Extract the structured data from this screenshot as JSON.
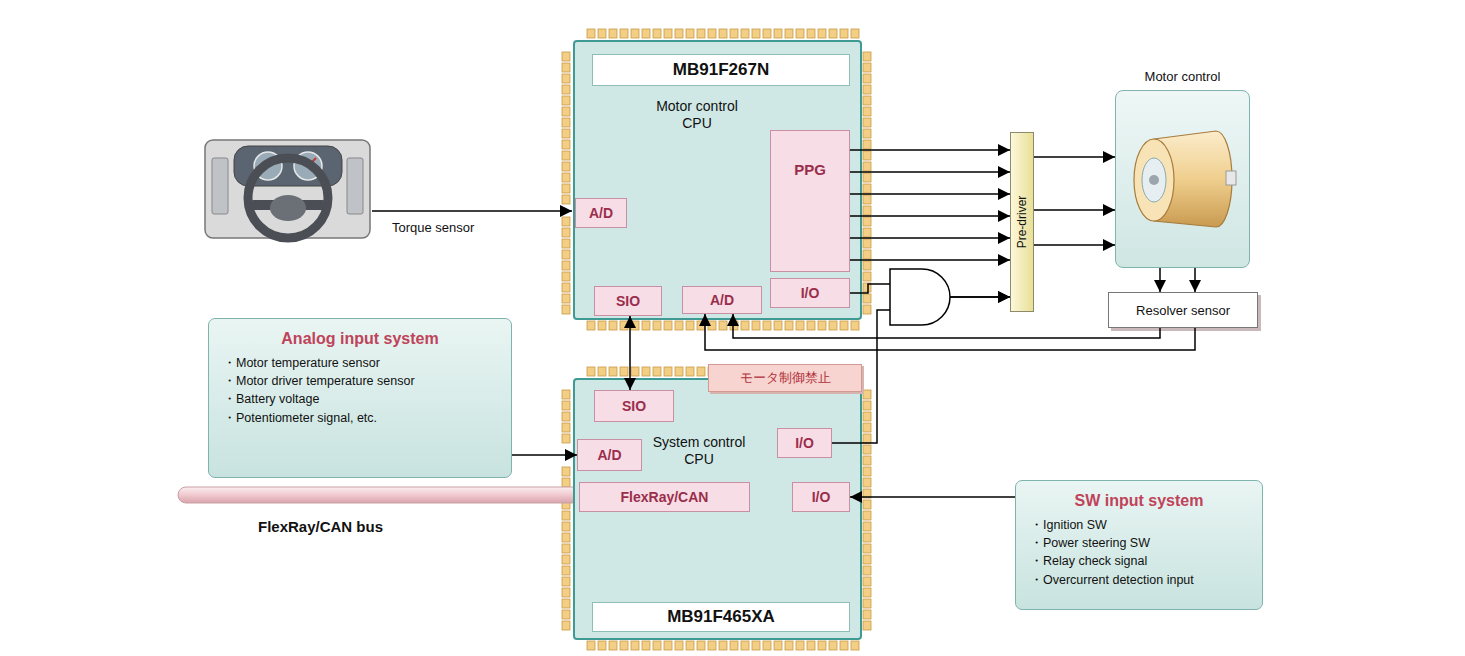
{
  "diagram": {
    "nodes": [
      {
        "text": [
          "Motor control CPU"
        ]
      },
      {
        "text": [
          "MB91F267N"
        ],
        "in": 0
      },
      {
        "text": [
          "A/D"
        ],
        "in": 0
      },
      {
        "text": [
          "PPG"
        ],
        "in": 0
      },
      {
        "text": [
          "SIO"
        ],
        "in": 0
      },
      {
        "text": [
          "A/D"
        ],
        "in": 0
      },
      {
        "text": [
          "I/O"
        ],
        "in": 0
      },
      {
        "text": [
          "Pre-driver"
        ]
      },
      {
        "text": [
          "Motor control"
        ]
      },
      {
        "text": [
          "Resolver sensor"
        ]
      },
      {
        "text": [
          "Analog input system",
          "・Motor temperature sensor",
          "・Motor driver temperature sensor",
          "・Battery voltage",
          "・Potentiometer signal, etc."
        ]
      },
      {
        "text": [
          "System control CPU"
        ]
      },
      {
        "text": [
          "SIO"
        ],
        "in": 11
      },
      {
        "text": [
          "A/D"
        ],
        "in": 11
      },
      {
        "text": [
          "I/O"
        ],
        "in": 11
      },
      {
        "text": [
          "FlexRay/CAN"
        ],
        "in": 11
      },
      {
        "text": [
          "I/O"
        ],
        "in": 11
      },
      {
        "text": [
          "MB91F465XA"
        ],
        "in": 11
      },
      {
        "text": [
          "モータ制御禁止"
        ]
      },
      {
        "text": [
          "SW input system",
          "・Ignition SW",
          "・Power steering SW",
          "・Relay check signal",
          "・Overcurrent detection input"
        ]
      }
    ],
    "edges": [
      {
        "from": 3,
        "to": 7,
        "arrow": "to"
      },
      {
        "from": 3,
        "to": 7,
        "arrow": "to"
      },
      {
        "from": 3,
        "to": 7,
        "arrow": "to"
      },
      {
        "from": 3,
        "to": 7,
        "arrow": "to"
      },
      {
        "from": 3,
        "to": 7,
        "arrow": "to"
      },
      {
        "from": 3,
        "to": 7,
        "arrow": "to"
      },
      {
        "from": 7,
        "to": 8,
        "arrow": "to"
      },
      {
        "from": 7,
        "to": 8,
        "arrow": "to"
      },
      {
        "from": 7,
        "to": 8,
        "arrow": "to"
      },
      {
        "from": 8,
        "to": 9,
        "arrow": "to"
      },
      {
        "from": 8,
        "to": 9,
        "arrow": "to"
      },
      {
        "from": 9,
        "to": 5,
        "arrow": "to"
      },
      {
        "from": 9,
        "to": 5,
        "arrow": "to"
      },
      {
        "from": 4,
        "to": 12,
        "arrow": "both"
      },
      {
        "from": 6,
        "to": 7,
        "arrow": "to"
      },
      {
        "from": 14,
        "to": 7,
        "arrow": "to"
      },
      {
        "from": 10,
        "to": 13,
        "arrow": "to"
      },
      {
        "from": 19,
        "to": 16,
        "arrow": "to"
      }
    ],
    "labels": [
      "Torque sensor",
      "FlexRay/CAN bus"
    ]
  }
}
